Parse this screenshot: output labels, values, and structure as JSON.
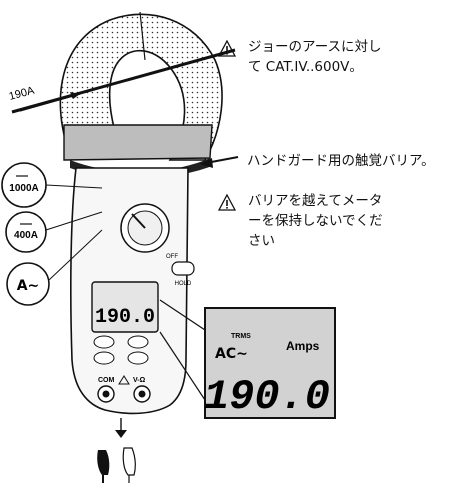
{
  "notes": {
    "jaw_ground_line1": "ジョーのアースに対し",
    "jaw_ground_line2": "て CAT.IV..600V。",
    "hand_guard": "ハンドガード用の触覚バリア。",
    "barrier_line1": "バリアを越えてメータ",
    "barrier_line2": "ーを保持しないでくだ",
    "barrier_line3": "さい"
  },
  "wire_current": "190A",
  "ranges": {
    "dc_1000": "1000A",
    "dc_400": "400A",
    "ac": "A∼"
  },
  "meter": {
    "display_reading": "190.0",
    "buttons": [
      "",
      "",
      "",
      ""
    ],
    "terminals": {
      "com": "COM",
      "vohm": "V-Ω"
    },
    "hold_label": "HOLD",
    "off_label": "OFF"
  },
  "zoom_display": {
    "top_small": "TRMS",
    "mode": "AC∼",
    "unit": "Amps",
    "reading": "190.0"
  }
}
